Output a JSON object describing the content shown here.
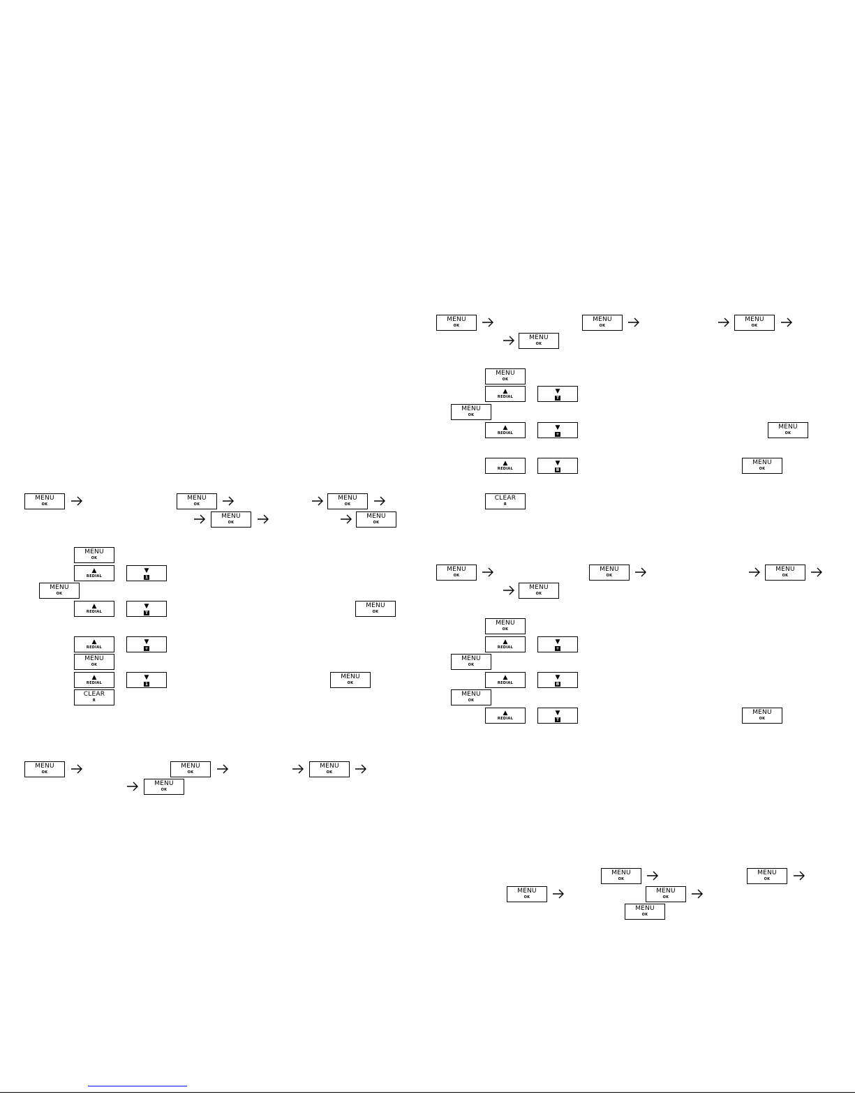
{
  "keys": {
    "menu": {
      "top": "MENU",
      "sub": "OK"
    },
    "up": {
      "top": "▲",
      "sub": "REDIAL"
    },
    "clear": {
      "top": "CLEAR",
      "sub": "R"
    }
  },
  "down_glyphs": {
    "phonebook": "1",
    "talk": "T",
    "plus": "+",
    "b": "B"
  }
}
